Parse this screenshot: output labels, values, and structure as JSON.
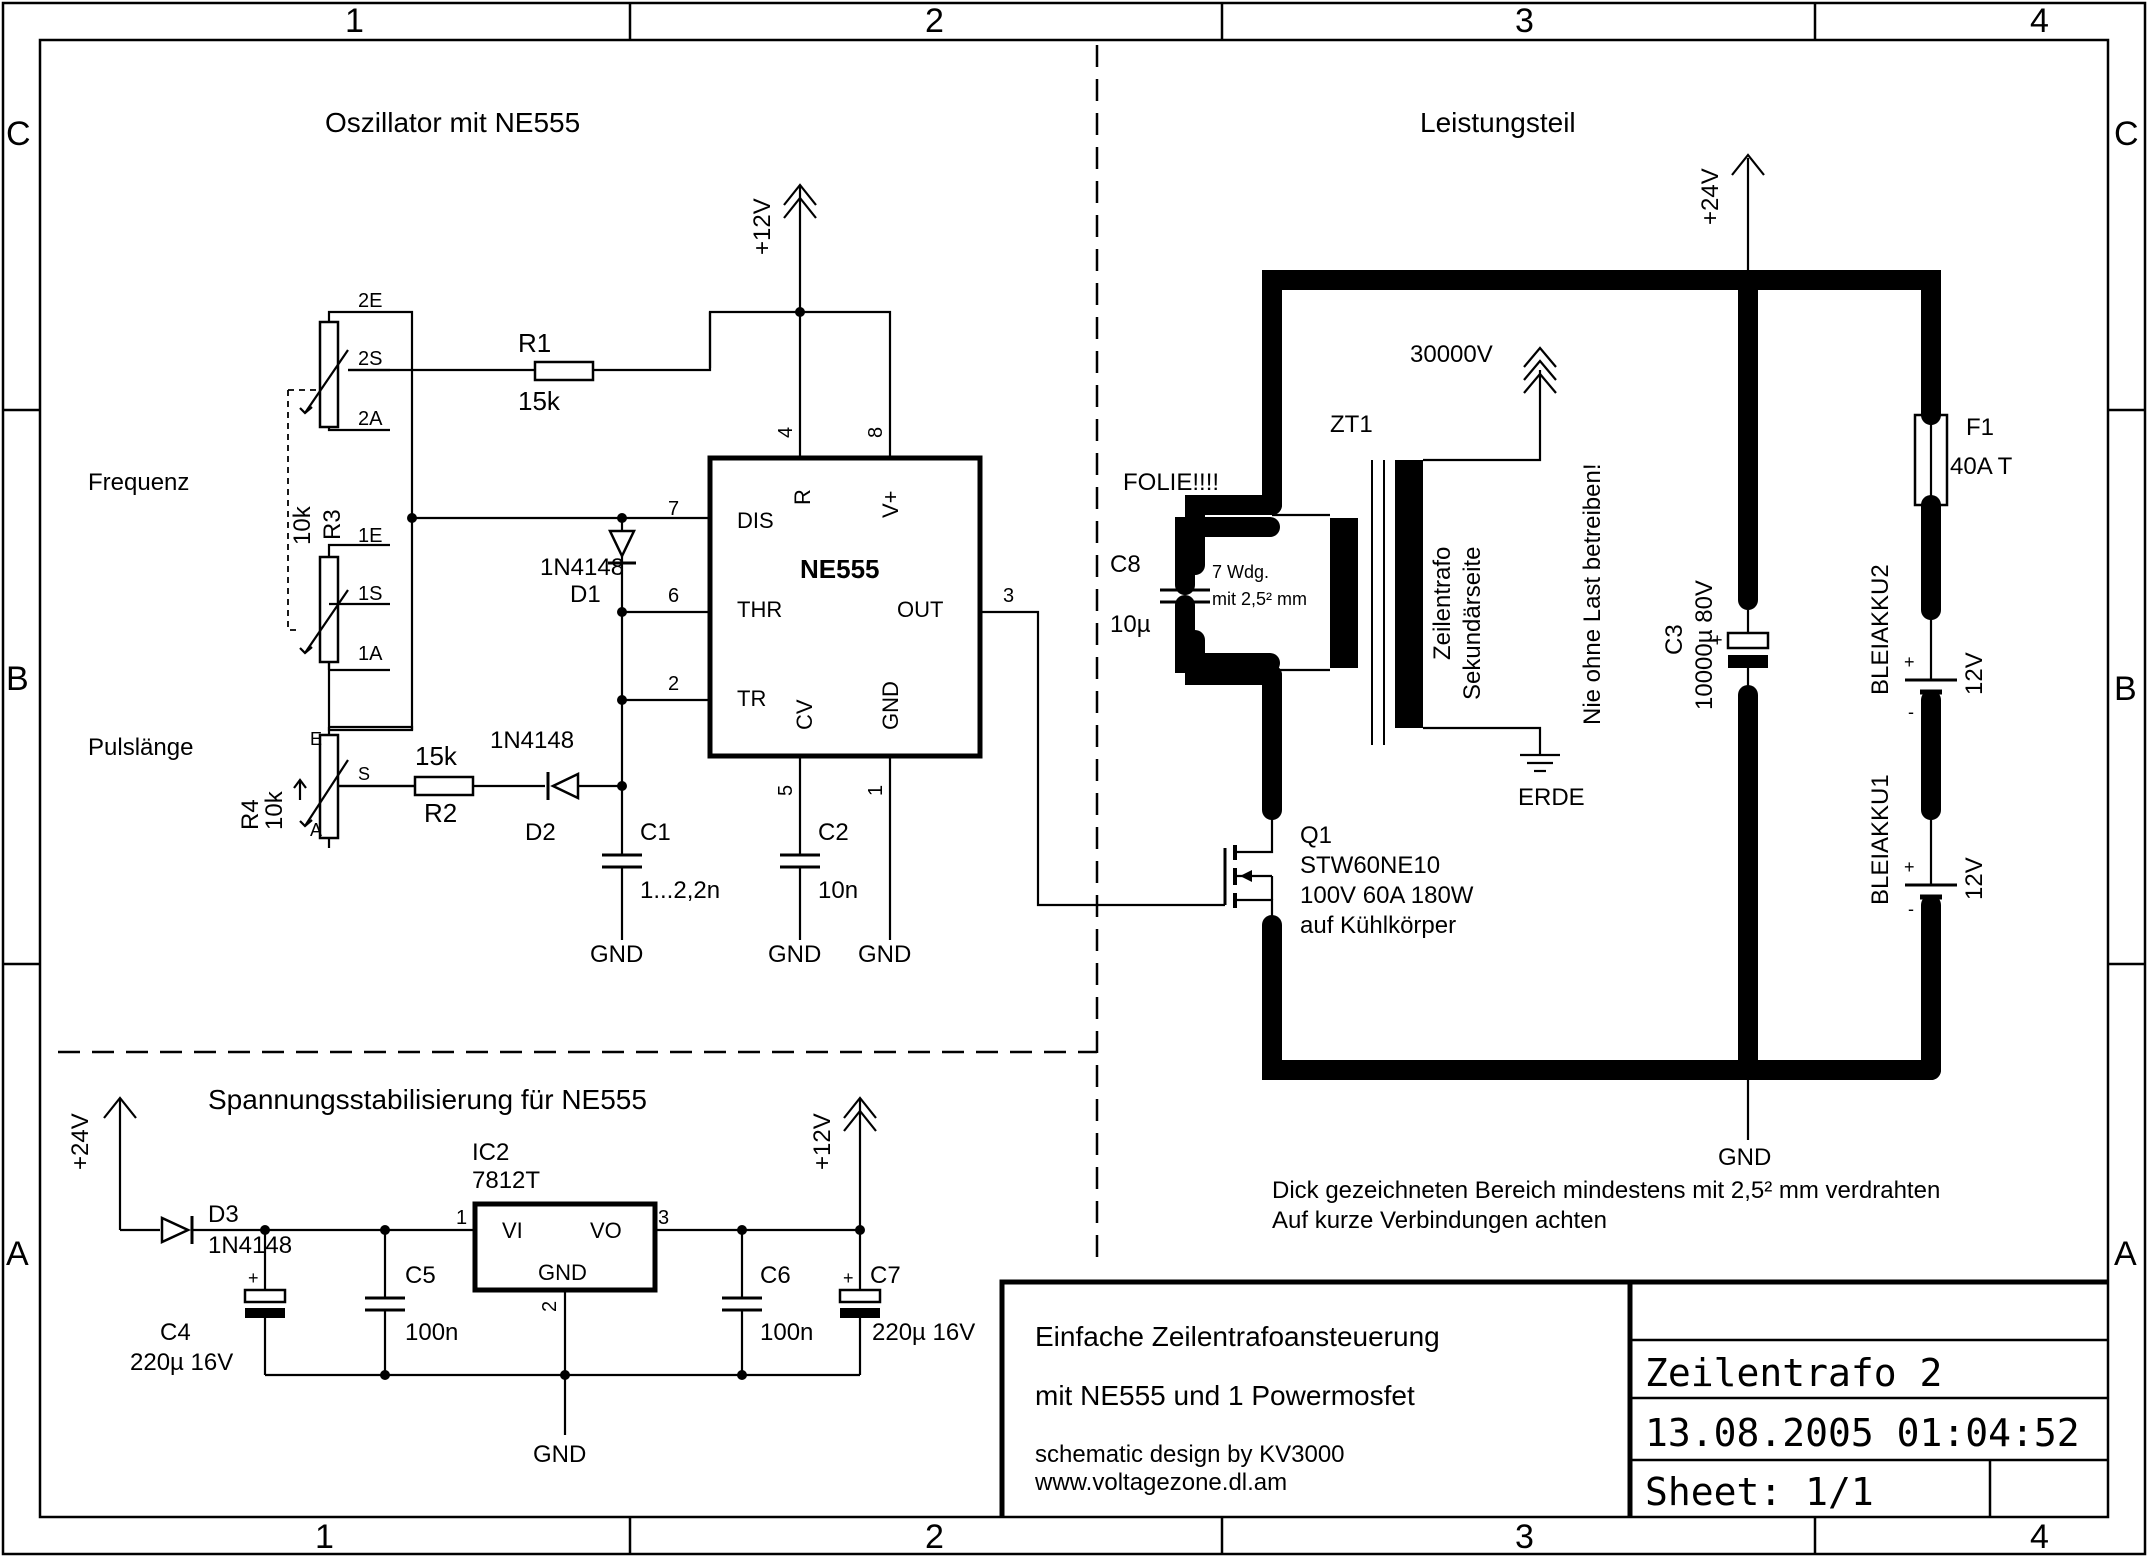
{
  "frame": {
    "columns": [
      "1",
      "2",
      "3",
      "4"
    ],
    "rows": [
      "C",
      "B",
      "A"
    ]
  },
  "sections": {
    "oscillator": "Oszillator mit NE555",
    "power": "Leistungsteil",
    "regulator": "Spannungsstabilisierung für NE555"
  },
  "oscillator": {
    "supply": "+12V",
    "ic_name": "NE555",
    "pins": {
      "dis": "DIS",
      "r": "R",
      "vplus": "V+",
      "thr": "THR",
      "out": "OUT",
      "tr": "TR",
      "cv": "CV",
      "gnd": "GND"
    },
    "pin_numbers": {
      "p4": "4",
      "p8": "8",
      "p7": "7",
      "p6": "6",
      "p2": "2",
      "p3": "3",
      "p5": "5",
      "p1": "1"
    },
    "r3": {
      "name": "R3",
      "value": "10k",
      "label": "Frequenz",
      "taps": [
        "2E",
        "2S",
        "2A",
        "1E",
        "1S",
        "1A"
      ]
    },
    "r4": {
      "name": "R4",
      "value": "10k",
      "label": "Pulslänge",
      "taps": [
        "E",
        "S",
        "A"
      ]
    },
    "r1": {
      "name": "R1",
      "value": "15k"
    },
    "r2": {
      "name": "R2",
      "value": "15k"
    },
    "d1": {
      "name": "D1",
      "value": "1N4148"
    },
    "d2": {
      "name": "D2",
      "value": "1N4148"
    },
    "c1": {
      "name": "C1",
      "value": "1...2,2n"
    },
    "c2": {
      "name": "C2",
      "value": "10n"
    },
    "gnd": "GND"
  },
  "power": {
    "supply": "+24V",
    "hv": "30000V",
    "zt1": {
      "name": "ZT1",
      "line1": "Zeilentrafo",
      "line2": "Sekundärseite"
    },
    "warning": "Nie ohne Last betreiben!",
    "earth": "ERDE",
    "folie": "FOLIE!!!!",
    "c8": {
      "name": "C8",
      "value": "10µ"
    },
    "winding": {
      "line1": "7 Wdg.",
      "line2": "mit 2,5² mm"
    },
    "q1": {
      "name": "Q1",
      "part": "STW60NE10",
      "rating": "100V 60A 180W",
      "mount": "auf Kühlkörper"
    },
    "c3": {
      "name": "C3",
      "value": "10000µ 80V"
    },
    "f1": {
      "name": "F1",
      "value": "40A T"
    },
    "akku2": {
      "name": "BLEIAKKU2",
      "value": "12V"
    },
    "akku1": {
      "name": "BLEIAKKU1",
      "value": "12V"
    },
    "gnd": "GND",
    "note1": "Dick gezeichneten Bereich mindestens mit 2,5² mm verdrahten",
    "note2": "Auf kurze Verbindungen achten"
  },
  "regulator": {
    "in_supply": "+24V",
    "out_supply": "+12V",
    "ic": {
      "name": "IC2",
      "part": "7812T",
      "vi": "VI",
      "vo": "VO",
      "gnd": "GND",
      "p1": "1",
      "p2": "2",
      "p3": "3"
    },
    "d3": {
      "name": "D3",
      "value": "1N4148"
    },
    "c4": {
      "name": "C4",
      "value": "220µ 16V"
    },
    "c5": {
      "name": "C5",
      "value": "100n"
    },
    "c6": {
      "name": "C6",
      "value": "100n"
    },
    "c7": {
      "name": "C7",
      "value": "220µ 16V"
    },
    "gnd": "GND"
  },
  "title_block": {
    "desc1": "Einfache Zeilentrafoansteuerung",
    "desc2": "mit NE555 und 1 Powermosfet",
    "credit1": "schematic design by KV3000",
    "credit2": "www.voltagezone.dl.am",
    "name": "Zeilentrafo 2",
    "datetime": "13.08.2005 01:04:52",
    "sheet": "Sheet: 1/1"
  }
}
